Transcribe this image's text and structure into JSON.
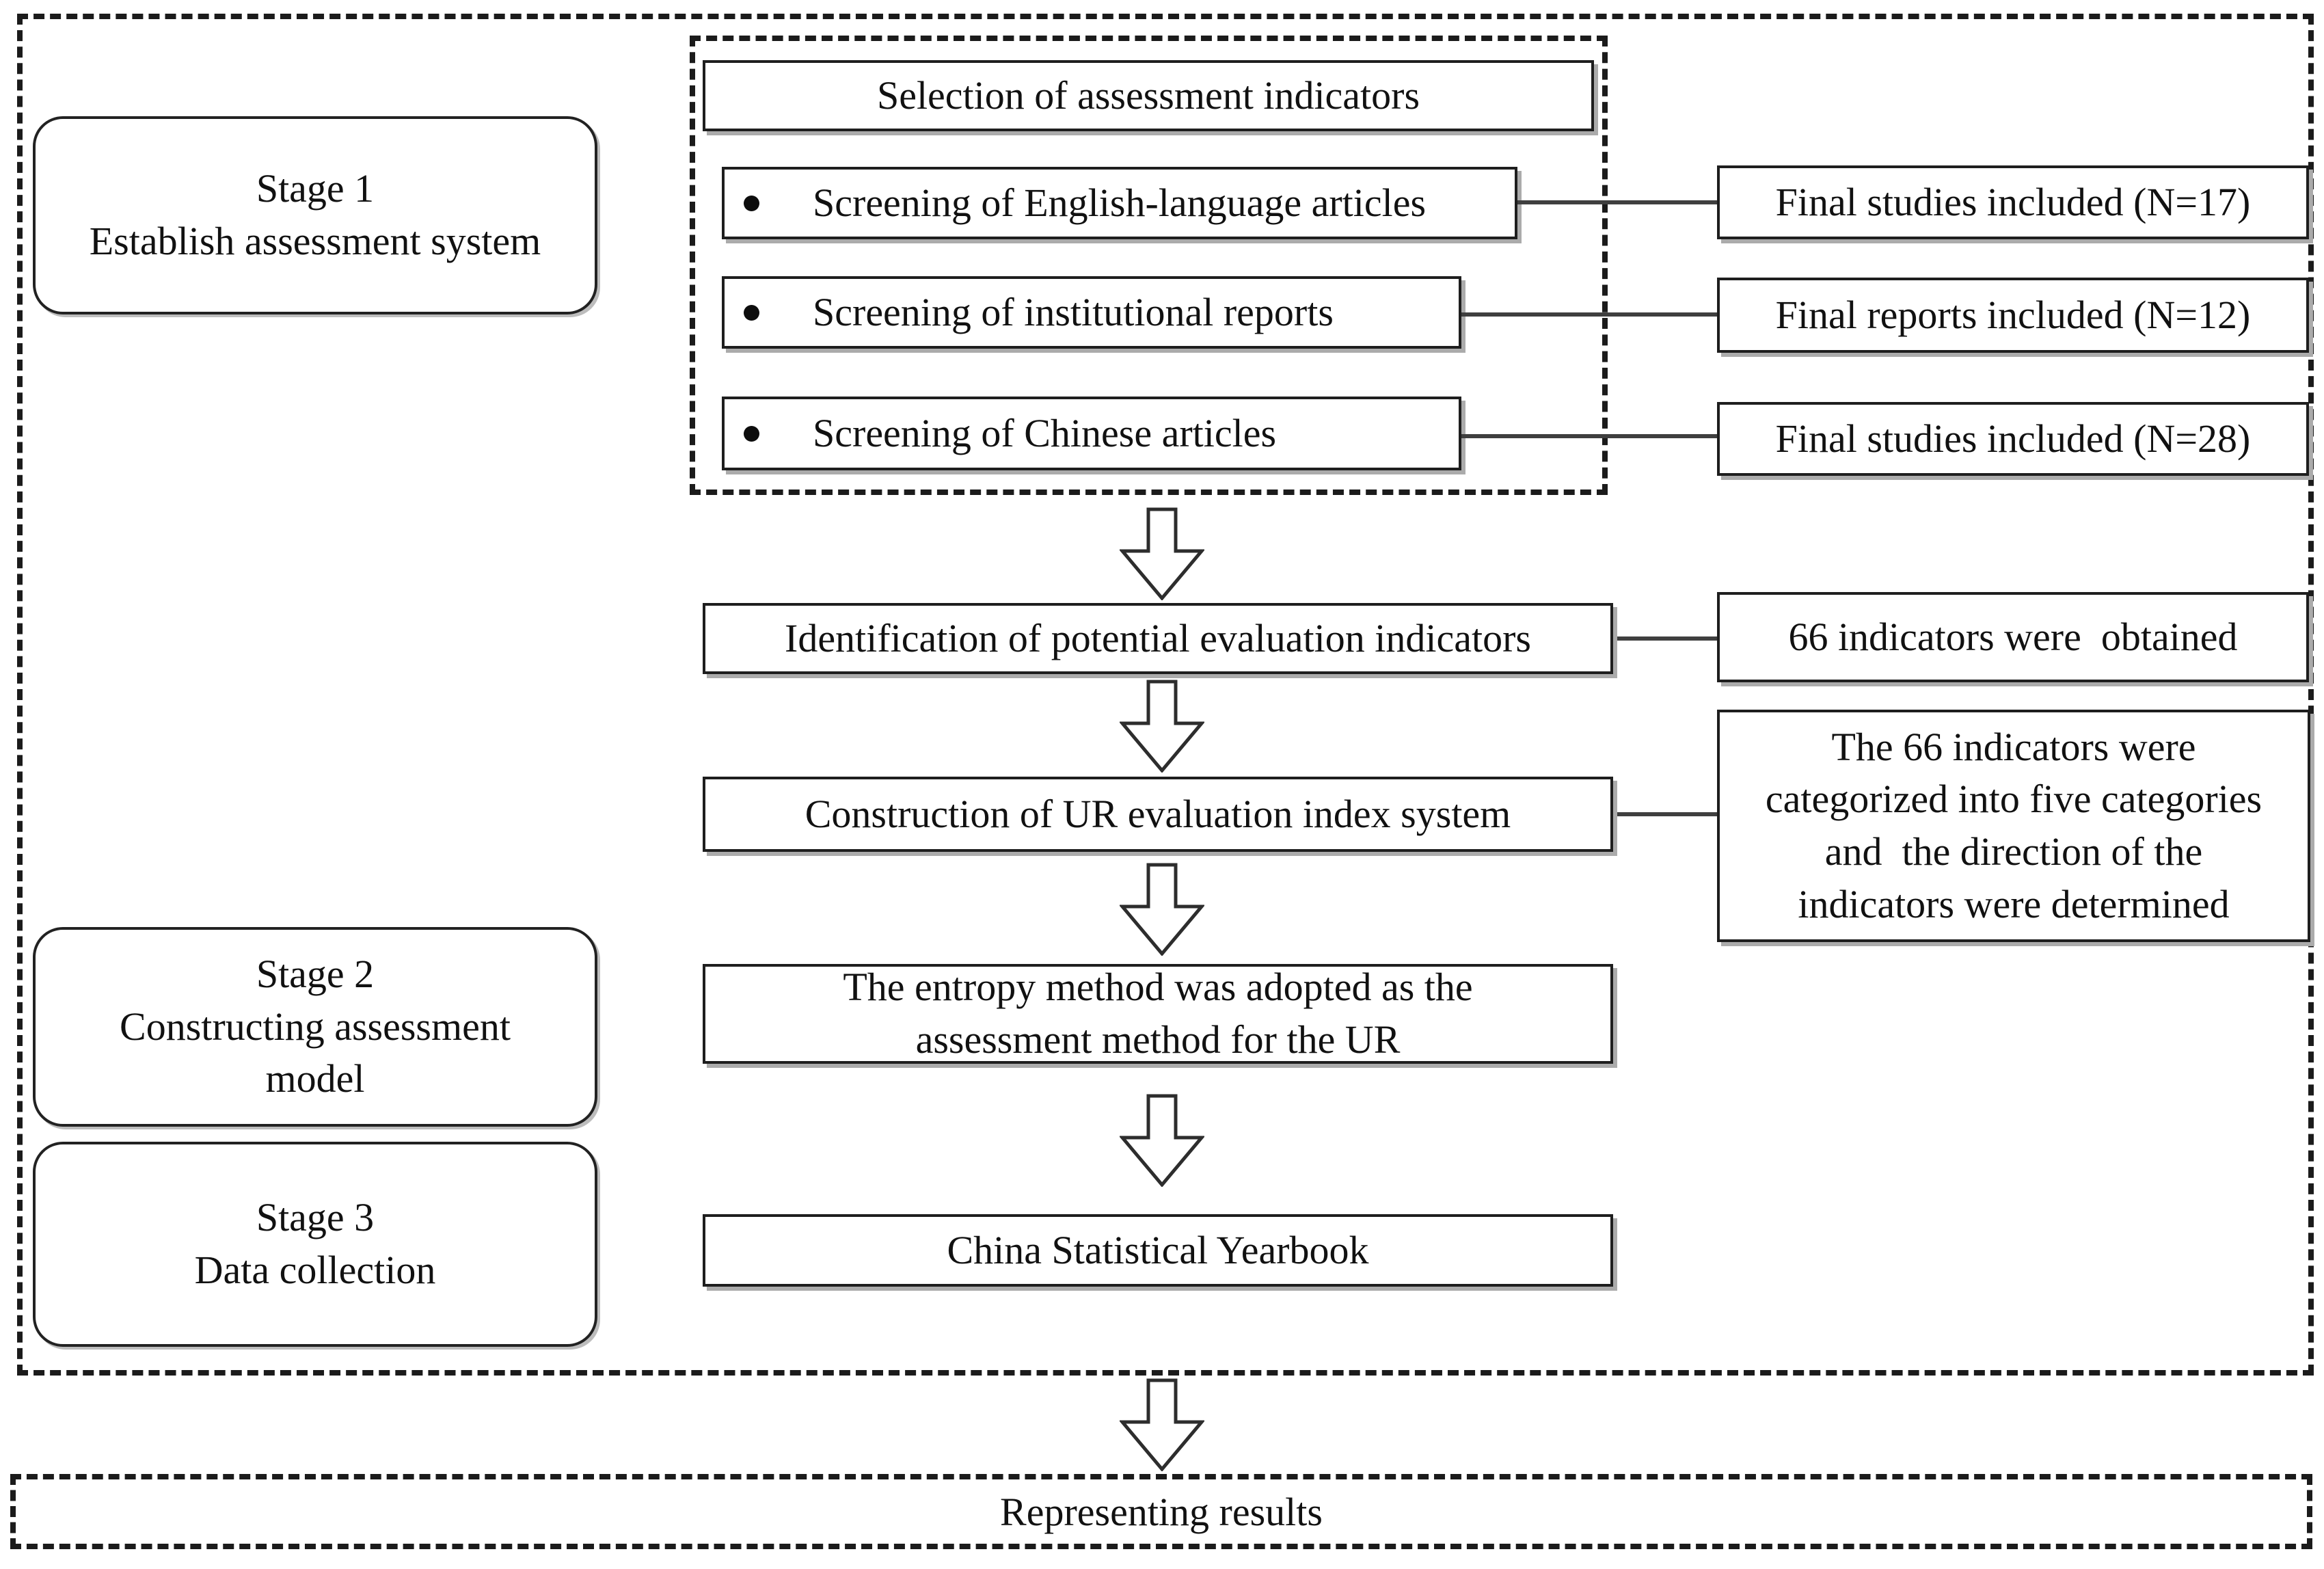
{
  "flow": {
    "stages": [
      {
        "label": "Stage 1\nEstablish assessment system"
      },
      {
        "label": "Stage 2\nConstructing assessment\nmodel"
      },
      {
        "label": "Stage 3\nData collection"
      }
    ],
    "selection": {
      "title": "Selection of assessment indicators",
      "bullet_icon": "filled-circle",
      "items": [
        {
          "label": "Screening of English-language articles",
          "result": "Final studies included (N=17)"
        },
        {
          "label": "Screening of institutional reports",
          "result": "Final reports included (N=12)"
        },
        {
          "label": "Screening of Chinese articles",
          "result": "Final studies included (N=28)"
        }
      ]
    },
    "identification": {
      "label": "Identification of potential evaluation indicators",
      "result": "66 indicators were  obtained"
    },
    "construction": {
      "label": "Construction of UR evaluation index system",
      "result": "The 66 indicators were\ncategorized into five categories\nand  the direction of the\nindicators were determined"
    },
    "entropy": {
      "label": "The entropy method was adopted as the\nassessment method for the UR"
    },
    "yearbook": {
      "label": "China Statistical Yearbook"
    },
    "representing": {
      "label": "Representing results"
    },
    "colors": {
      "line": "#1e1e1e",
      "connector": "#3f3f3f",
      "background": "#ffffff",
      "shadow": "#ababab"
    }
  }
}
